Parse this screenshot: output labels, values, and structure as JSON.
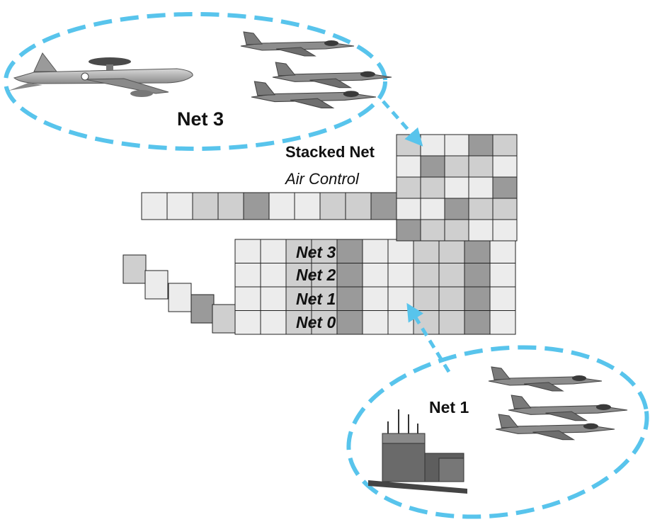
{
  "labels": {
    "net3": "Net 3",
    "stacked_net": "Stacked Net",
    "air_control": "Air Control",
    "net1": "Net 1"
  },
  "stack_rows": [
    "Net 3",
    "Net 2",
    "Net 1",
    "Net 0"
  ],
  "colors": {
    "dash": "#58c4ec",
    "cell_dark": "#9a9a9a",
    "cell_mid": "#cfcfcf",
    "cell_light": "#ececec",
    "outline": "#222222"
  }
}
